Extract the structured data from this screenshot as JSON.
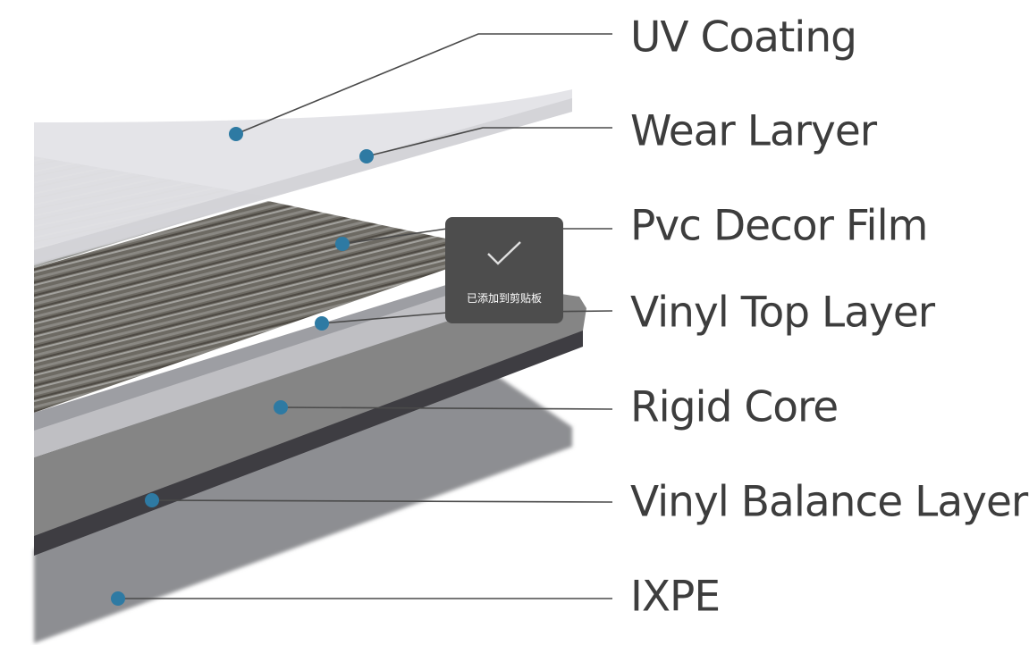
{
  "diagram": {
    "layers": [
      {
        "label": "UV Coating"
      },
      {
        "label": "Wear Laryer"
      },
      {
        "label": "Pvc Decor Film"
      },
      {
        "label": "Vinyl Top Layer"
      },
      {
        "label": "Rigid Core"
      },
      {
        "label": "Vinyl Balance Layer"
      },
      {
        "label": "IXPE"
      }
    ],
    "colors": {
      "marker": "#2e7aa3",
      "leader_line": "#4a4a4a",
      "label_text": "#3d3d3d"
    }
  },
  "toast": {
    "icon": "checkmark-icon",
    "message": "已添加到剪贴板",
    "background": "#4d4d4d"
  }
}
